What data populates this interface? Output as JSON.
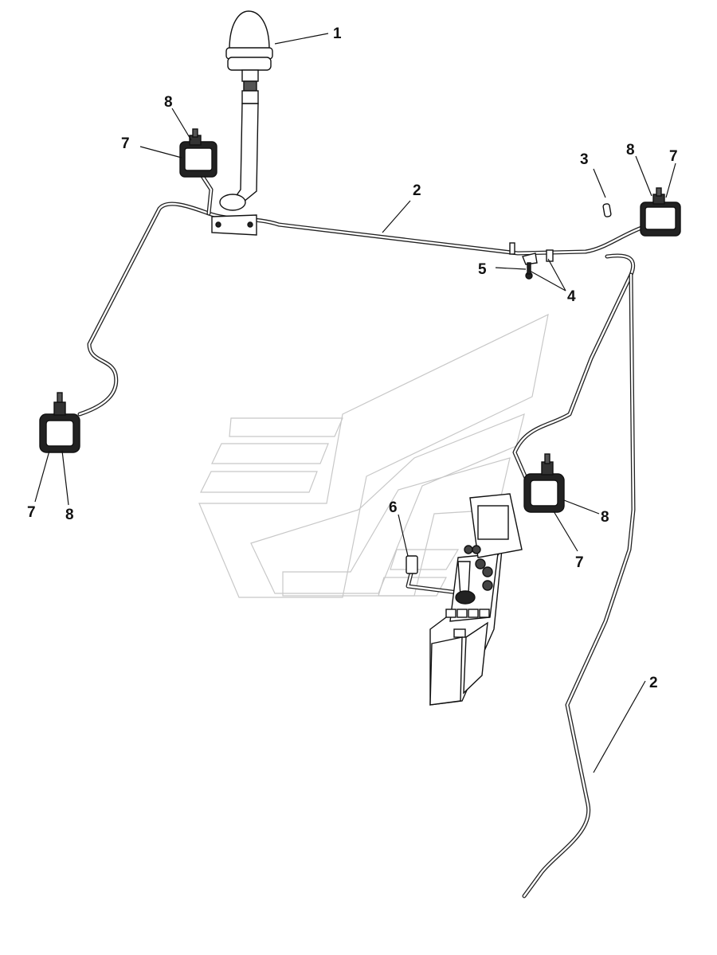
{
  "diagram": {
    "callouts": {
      "c1": "1",
      "c2a": "2",
      "c2b": "2",
      "c3": "3",
      "c4": "4",
      "c5": "5",
      "c6": "6",
      "c7a": "7",
      "c8a": "8",
      "c7b": "7",
      "c8b": "8",
      "c7c": "7",
      "c8c": "8",
      "c7d": "7",
      "c8d": "8"
    },
    "parts": {
      "beacon": "rotating-beacon",
      "harness": "wiring-harness",
      "fuse": "fuse",
      "clips": "cable-clips",
      "screw": "screw",
      "relay": "relay",
      "work_lamp": "work-lamp",
      "lamp_connector": "lamp-connector",
      "console": "operator-console"
    }
  }
}
